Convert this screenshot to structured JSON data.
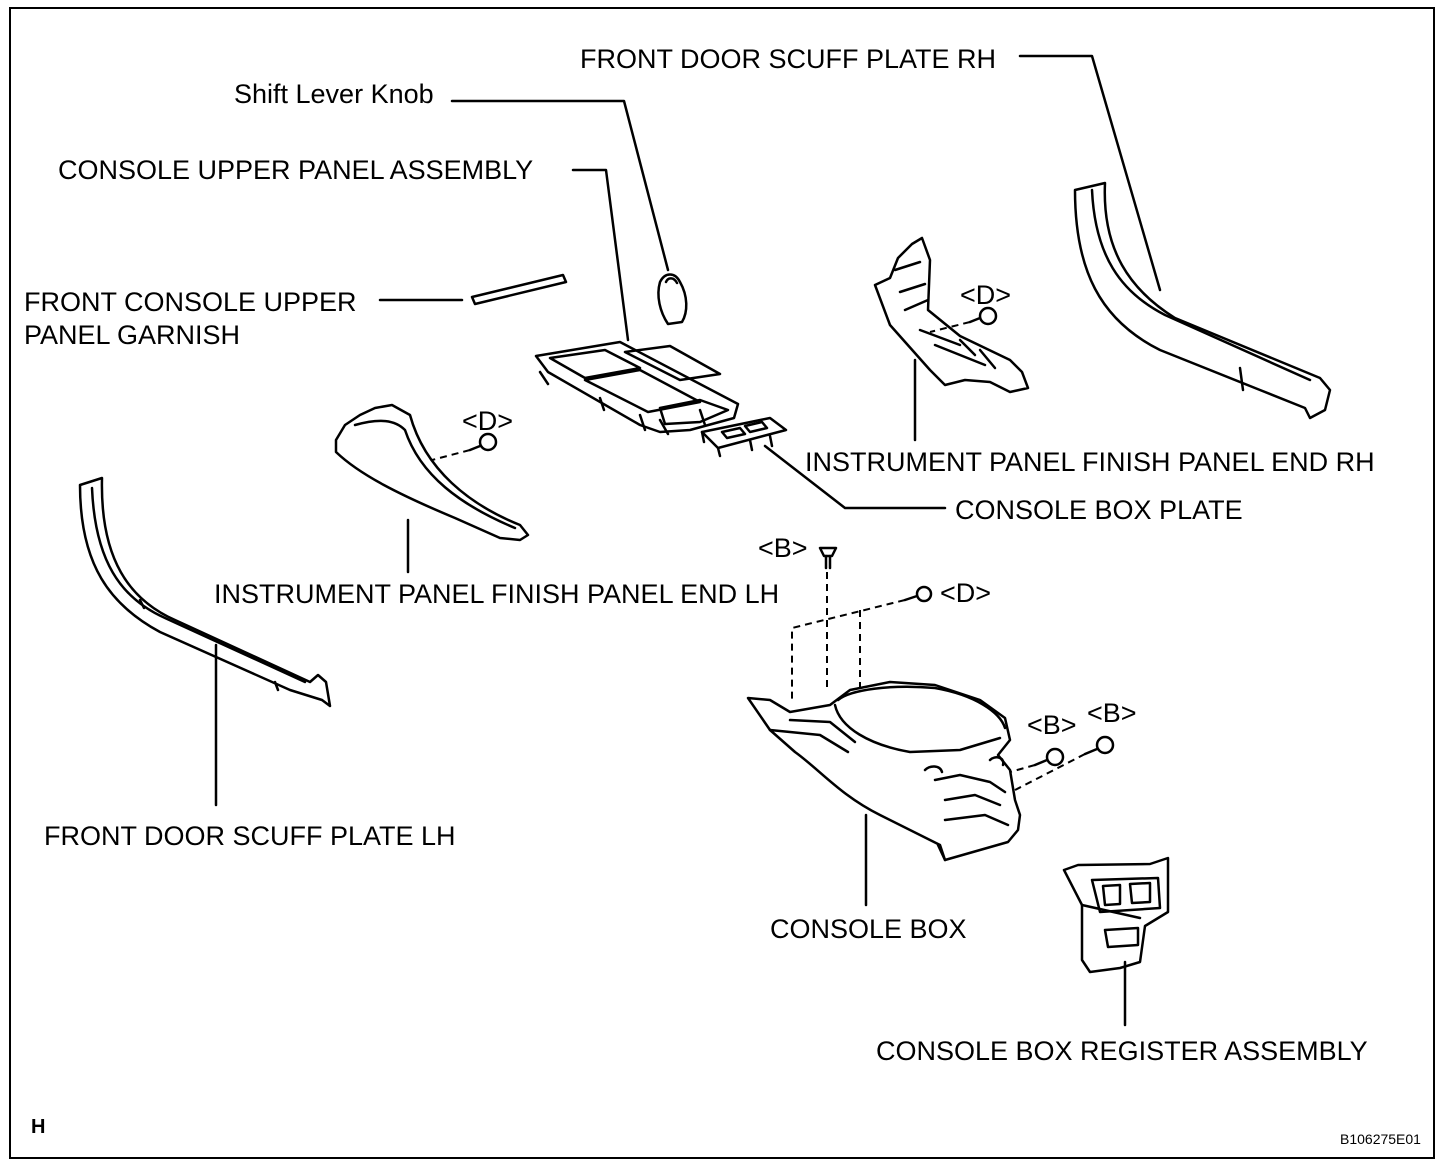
{
  "labels": {
    "front_door_scuff_plate_rh": "FRONT DOOR SCUFF PLATE RH",
    "shift_lever_knob": "Shift Lever Knob",
    "console_upper_panel_assembly": "CONSOLE UPPER PANEL ASSEMBLY",
    "front_console_upper_panel_garnish_line1": "FRONT CONSOLE UPPER",
    "front_console_upper_panel_garnish_line2": "PANEL GARNISH",
    "instrument_panel_finish_panel_end_rh": "INSTRUMENT PANEL FINISH PANEL END RH",
    "console_box_plate": "CONSOLE BOX PLATE",
    "instrument_panel_finish_panel_end_lh": "INSTRUMENT PANEL FINISH PANEL END LH",
    "front_door_scuff_plate_lh": "FRONT DOOR SCUFF PLATE LH",
    "console_box": "CONSOLE BOX",
    "console_box_register_assembly": "CONSOLE BOX REGISTER ASSEMBLY"
  },
  "fastener_labels": {
    "d_rh": "<D>",
    "d_lh": "<D>",
    "b_top": "<B>",
    "d_box": "<D>",
    "b_rear_left": "<B>",
    "b_rear_right": "<B>"
  },
  "corner": {
    "view_letter": "H",
    "figure_code": "B106275E01"
  }
}
